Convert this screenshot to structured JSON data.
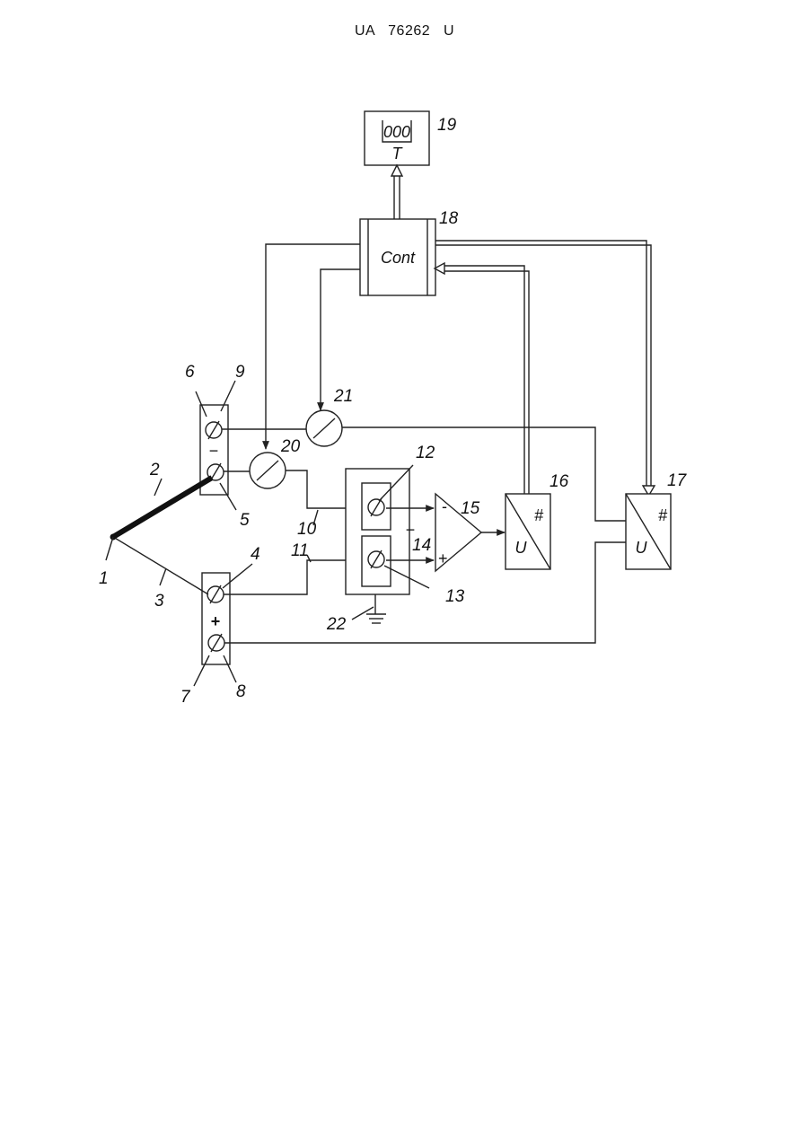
{
  "header": {
    "doc_id": "UA   76262   U"
  },
  "labels": {
    "n1": "1",
    "n2": "2",
    "n3": "3",
    "n4": "4",
    "n5": "5",
    "n6": "6",
    "n7": "7",
    "n8": "8",
    "n9": "9",
    "n10": "10",
    "n11": "11",
    "n12": "12",
    "n13": "13",
    "n14": "14",
    "n15": "15",
    "n16": "16",
    "n17": "17",
    "n18": "18",
    "n19": "19",
    "n20": "20",
    "n21": "21",
    "n22": "22"
  },
  "blocks": {
    "display": {
      "readout": "000",
      "unit": "T"
    },
    "controller": {
      "label": "Cont"
    },
    "adc16": {
      "in_label": "U",
      "out_label": "#"
    },
    "adc17": {
      "in_label": "U",
      "out_label": "#"
    },
    "amp15": {
      "minus": "-",
      "plus": "+"
    },
    "terminal_top": {
      "polarity": "−"
    },
    "terminal_bottom": {
      "polarity": "+"
    },
    "ref14": {
      "sign": "−"
    }
  }
}
